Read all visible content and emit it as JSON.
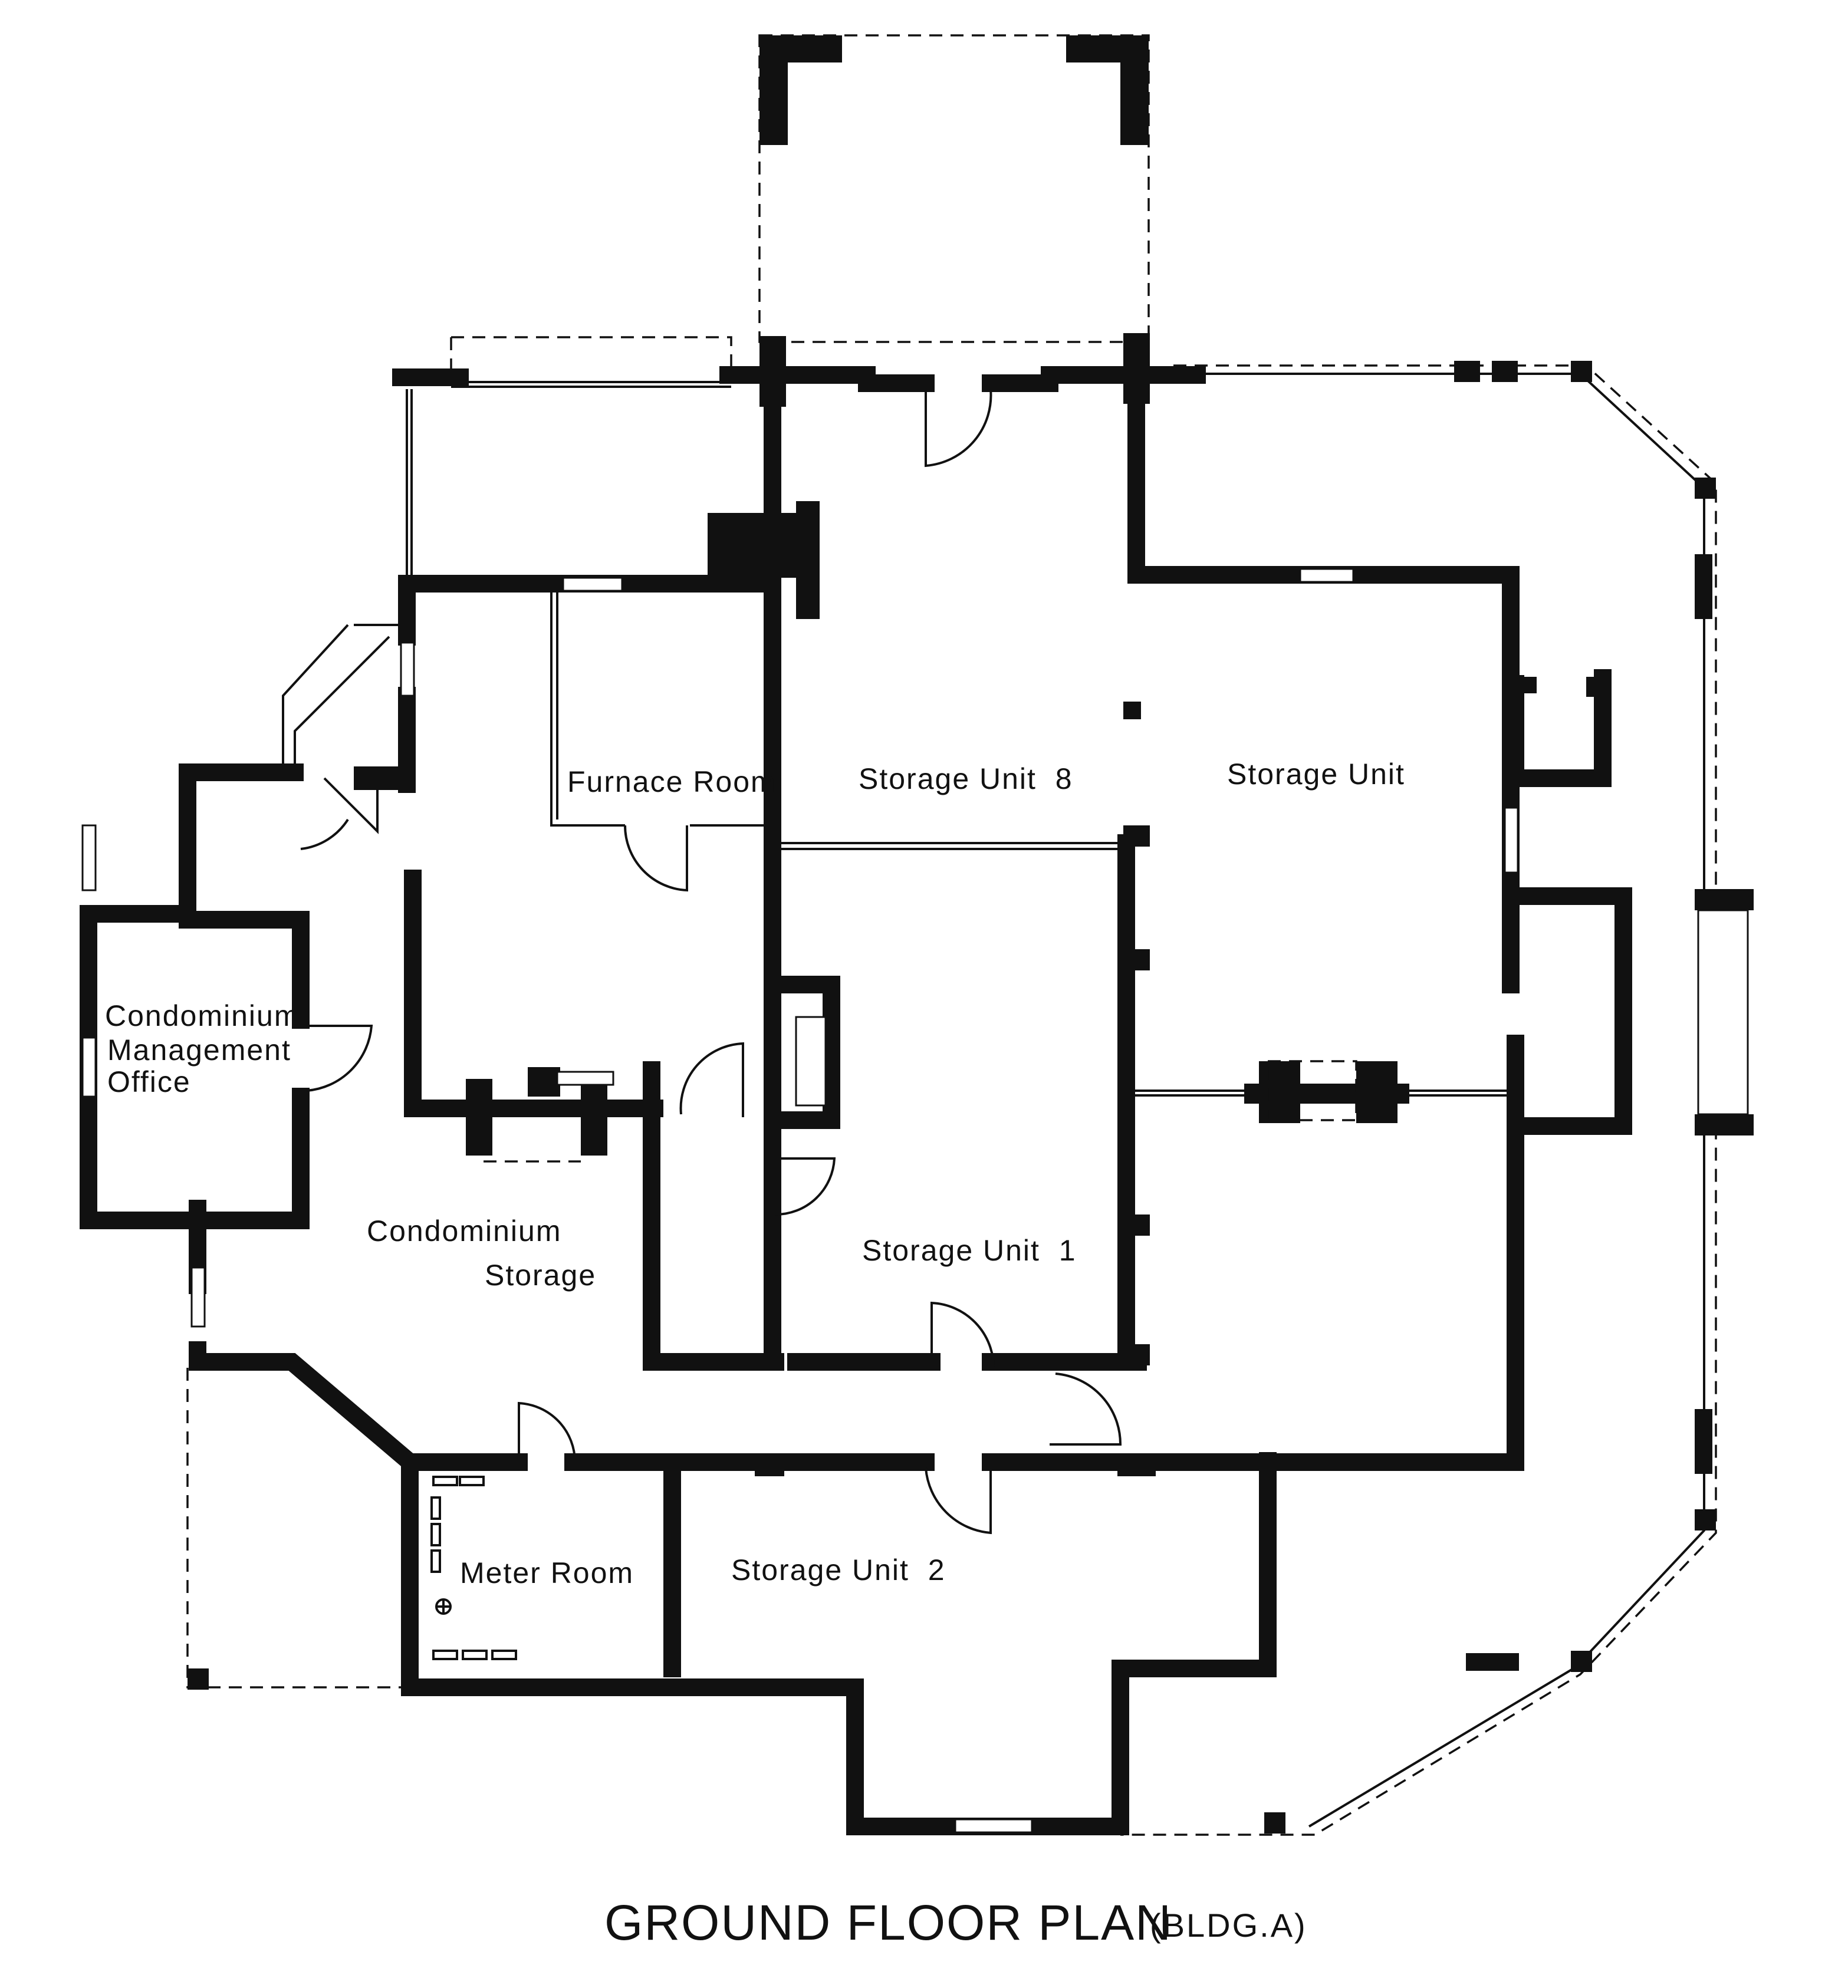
{
  "plan": {
    "title": "GROUND FLOOR PLAN",
    "subtitle": "(BLDG.A)",
    "rooms": {
      "furnace_room": "Furnace Room",
      "storage_unit_8": "Storage Unit  8",
      "storage_unit": "Storage Unit",
      "office_line1": "Condominium",
      "office_line2": "Management",
      "office_line3": "Office",
      "condo_storage_line1": "Condominium",
      "condo_storage_line2": "Storage",
      "storage_unit_1": "Storage Unit  1",
      "meter_room": "Meter Room",
      "storage_unit_2": "Storage Unit  2"
    }
  }
}
